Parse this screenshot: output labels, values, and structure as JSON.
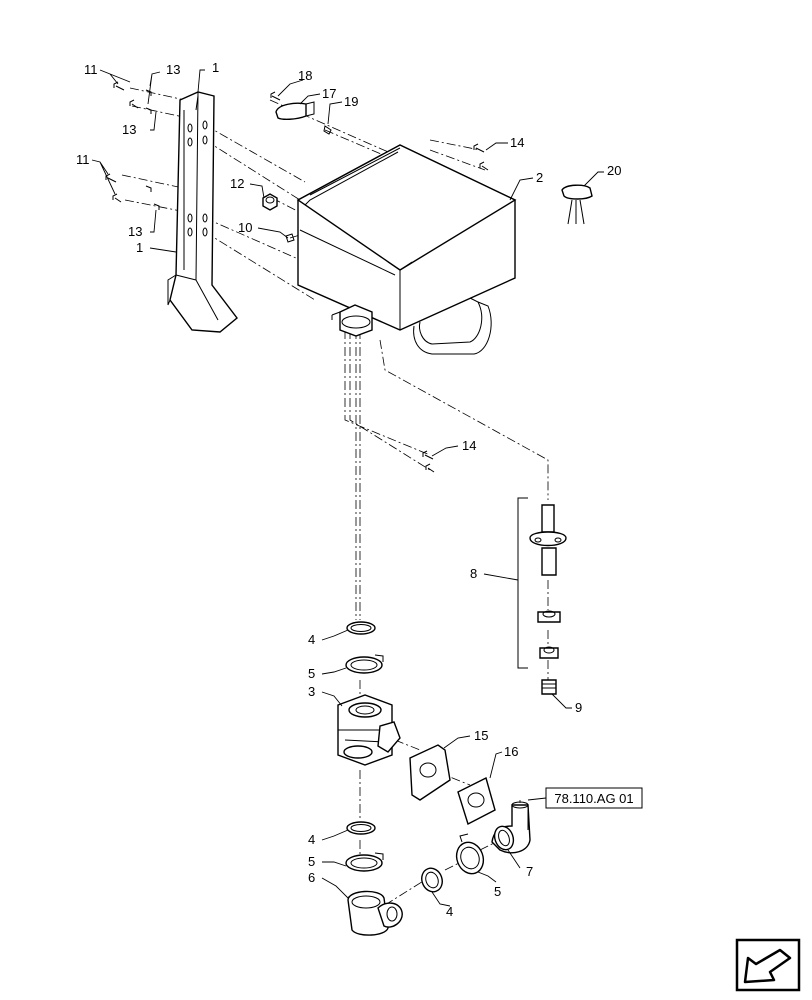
{
  "diagram": {
    "callouts": {
      "c1a": "1",
      "c1b": "1",
      "c2": "2",
      "c3": "3",
      "c4a": "4",
      "c4b": "4",
      "c4c": "4",
      "c5a": "5",
      "c5b": "5",
      "c5c": "5",
      "c6": "6",
      "c7": "7",
      "c8": "8",
      "c9": "9",
      "c10": "10",
      "c11a": "11",
      "c11b": "11",
      "c12": "12",
      "c13a": "13",
      "c13b": "13",
      "c13c": "13",
      "c14a": "14",
      "c14b": "14",
      "c15": "15",
      "c16": "16",
      "c17": "17",
      "c18": "18",
      "c19": "19",
      "c20": "20"
    },
    "reference_box": "78.110.AG 01",
    "nav_icon": "arrow-back-icon"
  }
}
